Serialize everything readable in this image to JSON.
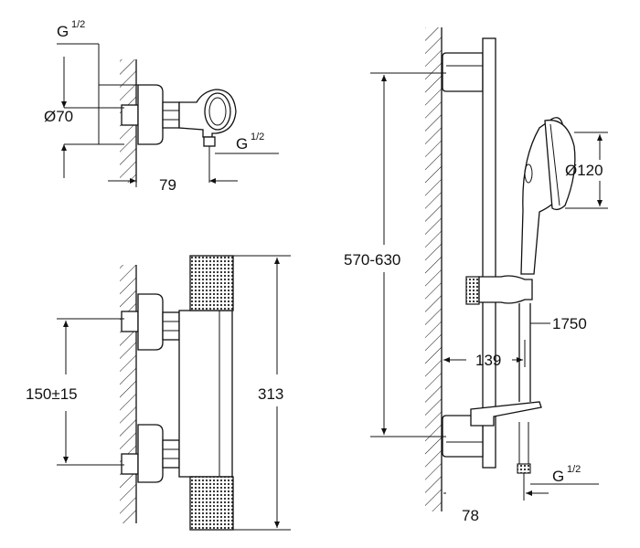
{
  "top_left": {
    "thread_label_g": "G",
    "thread_label_frac": "1/2",
    "diameter_label": "Ø70",
    "outlet_thread_g": "G",
    "outlet_thread_frac": "1/2",
    "depth_label": "79"
  },
  "bottom_left": {
    "spacing_label": "150±15",
    "height_label": "313"
  },
  "right": {
    "rail_height_label": "570-630",
    "head_diameter_label": "Ø120",
    "hose_length_label": "1750",
    "rail_offset_label": "139",
    "outlet_offset_label": "78",
    "hose_thread_g": "G",
    "hose_thread_frac": "1/2"
  },
  "colors": {
    "line": "#111111",
    "hatch_fill": "#2a2a2a",
    "background": "#ffffff"
  }
}
